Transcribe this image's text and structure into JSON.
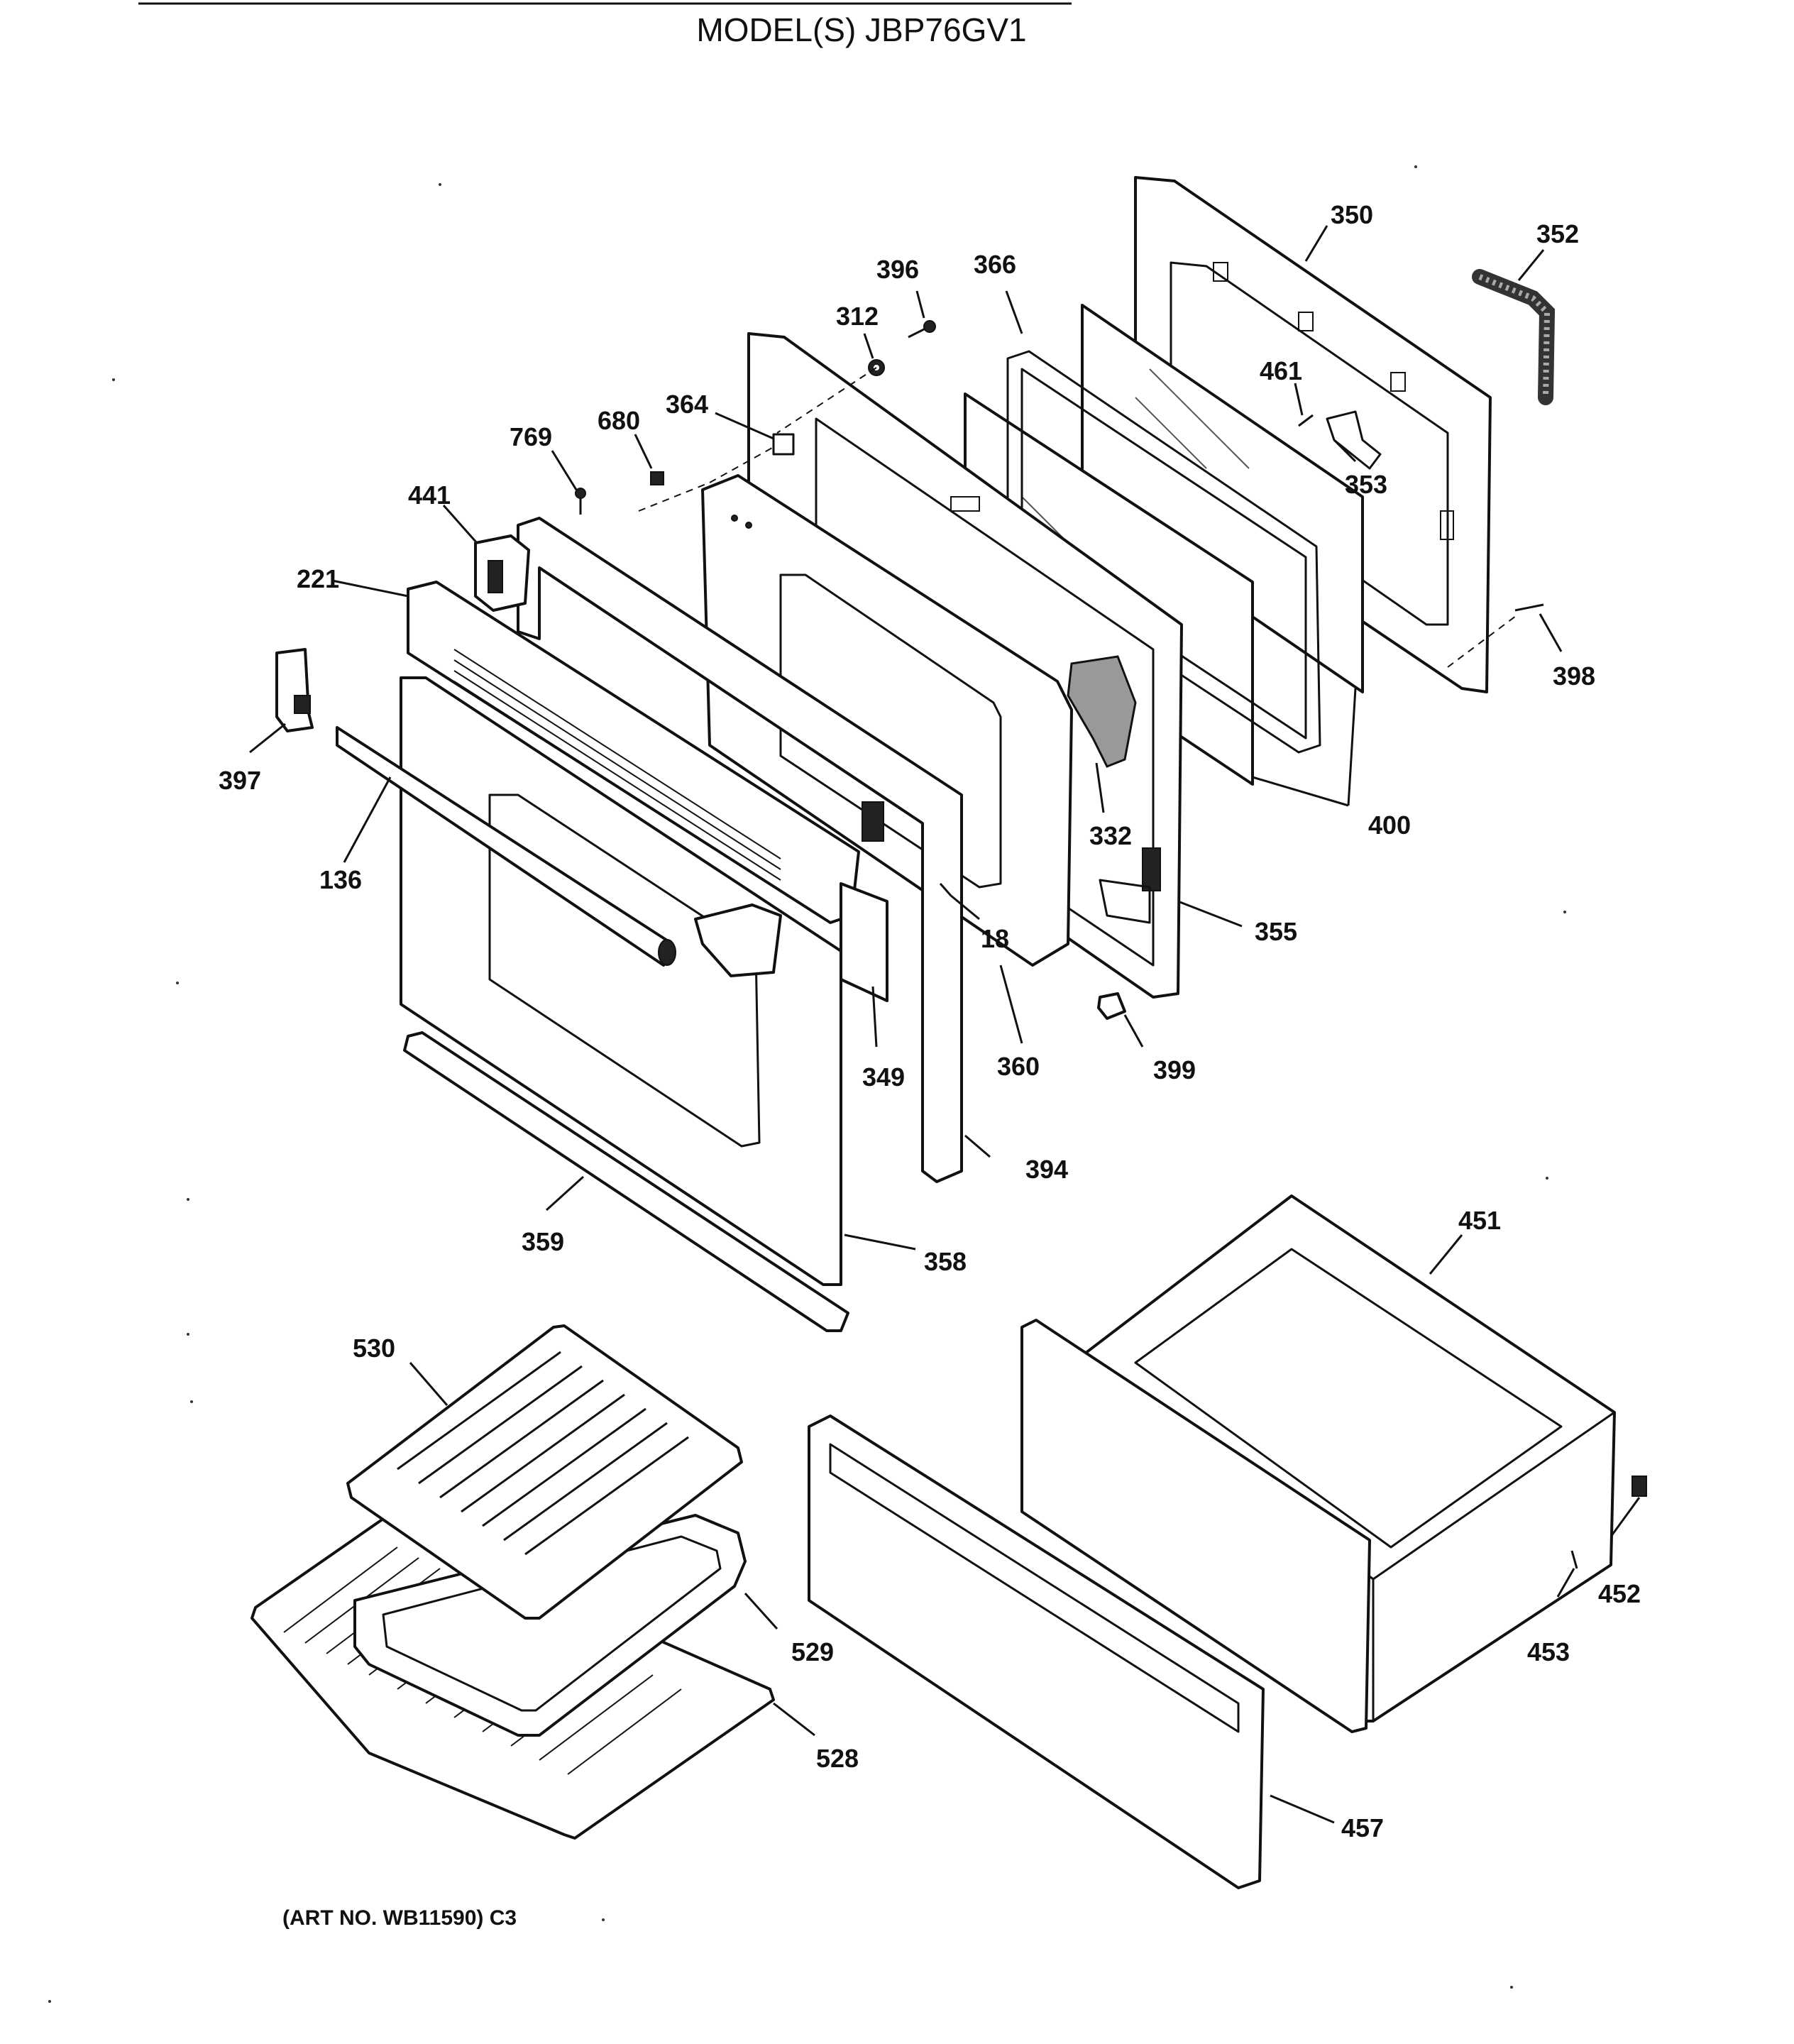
{
  "title": "MODEL(S) JBP76GV1",
  "art_number": "(ART NO. WB11590) C3",
  "callouts": {
    "p350": "350",
    "p352": "352",
    "p396": "396",
    "p366": "366",
    "p312": "312",
    "p461": "461",
    "p364": "364",
    "p680": "680",
    "p769": "769",
    "p353": "353",
    "p441": "441",
    "p221": "221",
    "p398": "398",
    "p397": "397",
    "p332": "332",
    "p400": "400",
    "p136": "136",
    "p18": "18",
    "p355": "355",
    "p349": "349",
    "p360": "360",
    "p399": "399",
    "p394": "394",
    "p451": "451",
    "p359": "359",
    "p358": "358",
    "p530": "530",
    "p452": "452",
    "p529": "529",
    "p453": "453",
    "p528": "528",
    "p457": "457"
  }
}
